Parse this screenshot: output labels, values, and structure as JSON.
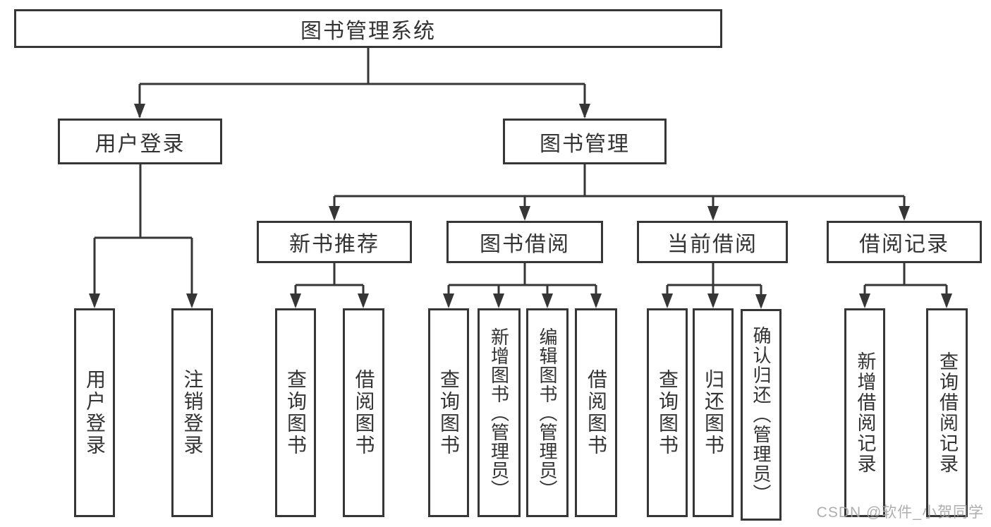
{
  "diagram_title": "图书管理系统",
  "nodes": {
    "root": "图书管理系统",
    "user_login": "用户登录",
    "book_mgmt": "图书管理",
    "new_book": "新书推荐",
    "book_borrow": "图书借阅",
    "current_borrow": "当前借阅",
    "borrow_record": "借阅记录",
    "leaf_user_login": "用户登录",
    "leaf_logout": "注销登录",
    "leaf_nb_query": "查询图书",
    "leaf_nb_borrow": "借阅图书",
    "leaf_bb_query": "查询图书",
    "leaf_bb_add": "新增图书（管理员）",
    "leaf_bb_edit": "编辑图书（管理员）",
    "leaf_bb_borrow": "借阅图书",
    "leaf_cb_query": "查询图书",
    "leaf_cb_return": "归还图书",
    "leaf_cb_confirm": "确认归还（管理员）",
    "leaf_br_add": "新增借阅记录",
    "leaf_br_query": "查询借阅记录"
  },
  "watermark": {
    "text": "CSDN @软件_小贺同学"
  },
  "colors": {
    "line": "#363636",
    "text": "#333333",
    "box_background": "#ffffff",
    "watermark": "#a5a5a5",
    "background": "#ffffff"
  }
}
